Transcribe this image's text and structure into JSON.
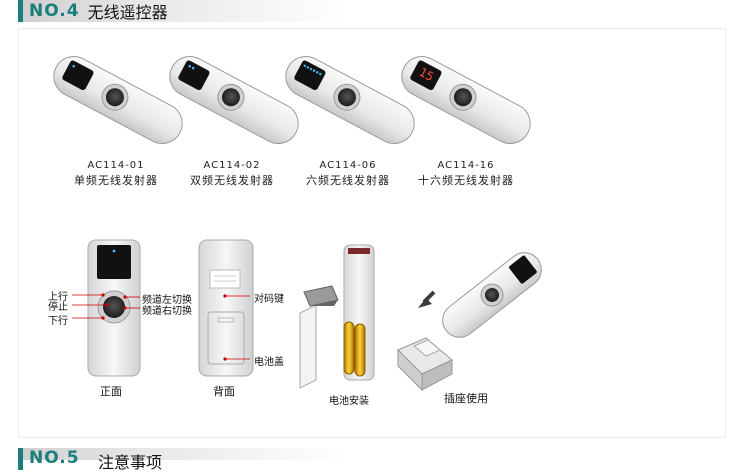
{
  "header": {
    "number": "NO.4",
    "title": "无线遥控器"
  },
  "products": [
    {
      "model": "AC114-01",
      "desc": "单频无线发射器"
    },
    {
      "model": "AC114-02",
      "desc": "双频无线发射器"
    },
    {
      "model": "AC114-06",
      "desc": "六频无线发射器"
    },
    {
      "model": "AC114-16",
      "desc": "十六频无线发射器"
    }
  ],
  "front": {
    "label_up": "上行",
    "label_stop": "停止",
    "label_down": "下行",
    "label_ch_left": "频道左切换",
    "label_ch_right": "频道右切换",
    "caption": "正面"
  },
  "back": {
    "label_code": "对码键",
    "label_cover": "电池盖",
    "caption": "背面"
  },
  "battery": {
    "caption": "电池安装"
  },
  "dock": {
    "caption": "插座使用"
  },
  "display_digits": "15",
  "next_header": {
    "number": "NO.5",
    "title": "注意事项"
  }
}
